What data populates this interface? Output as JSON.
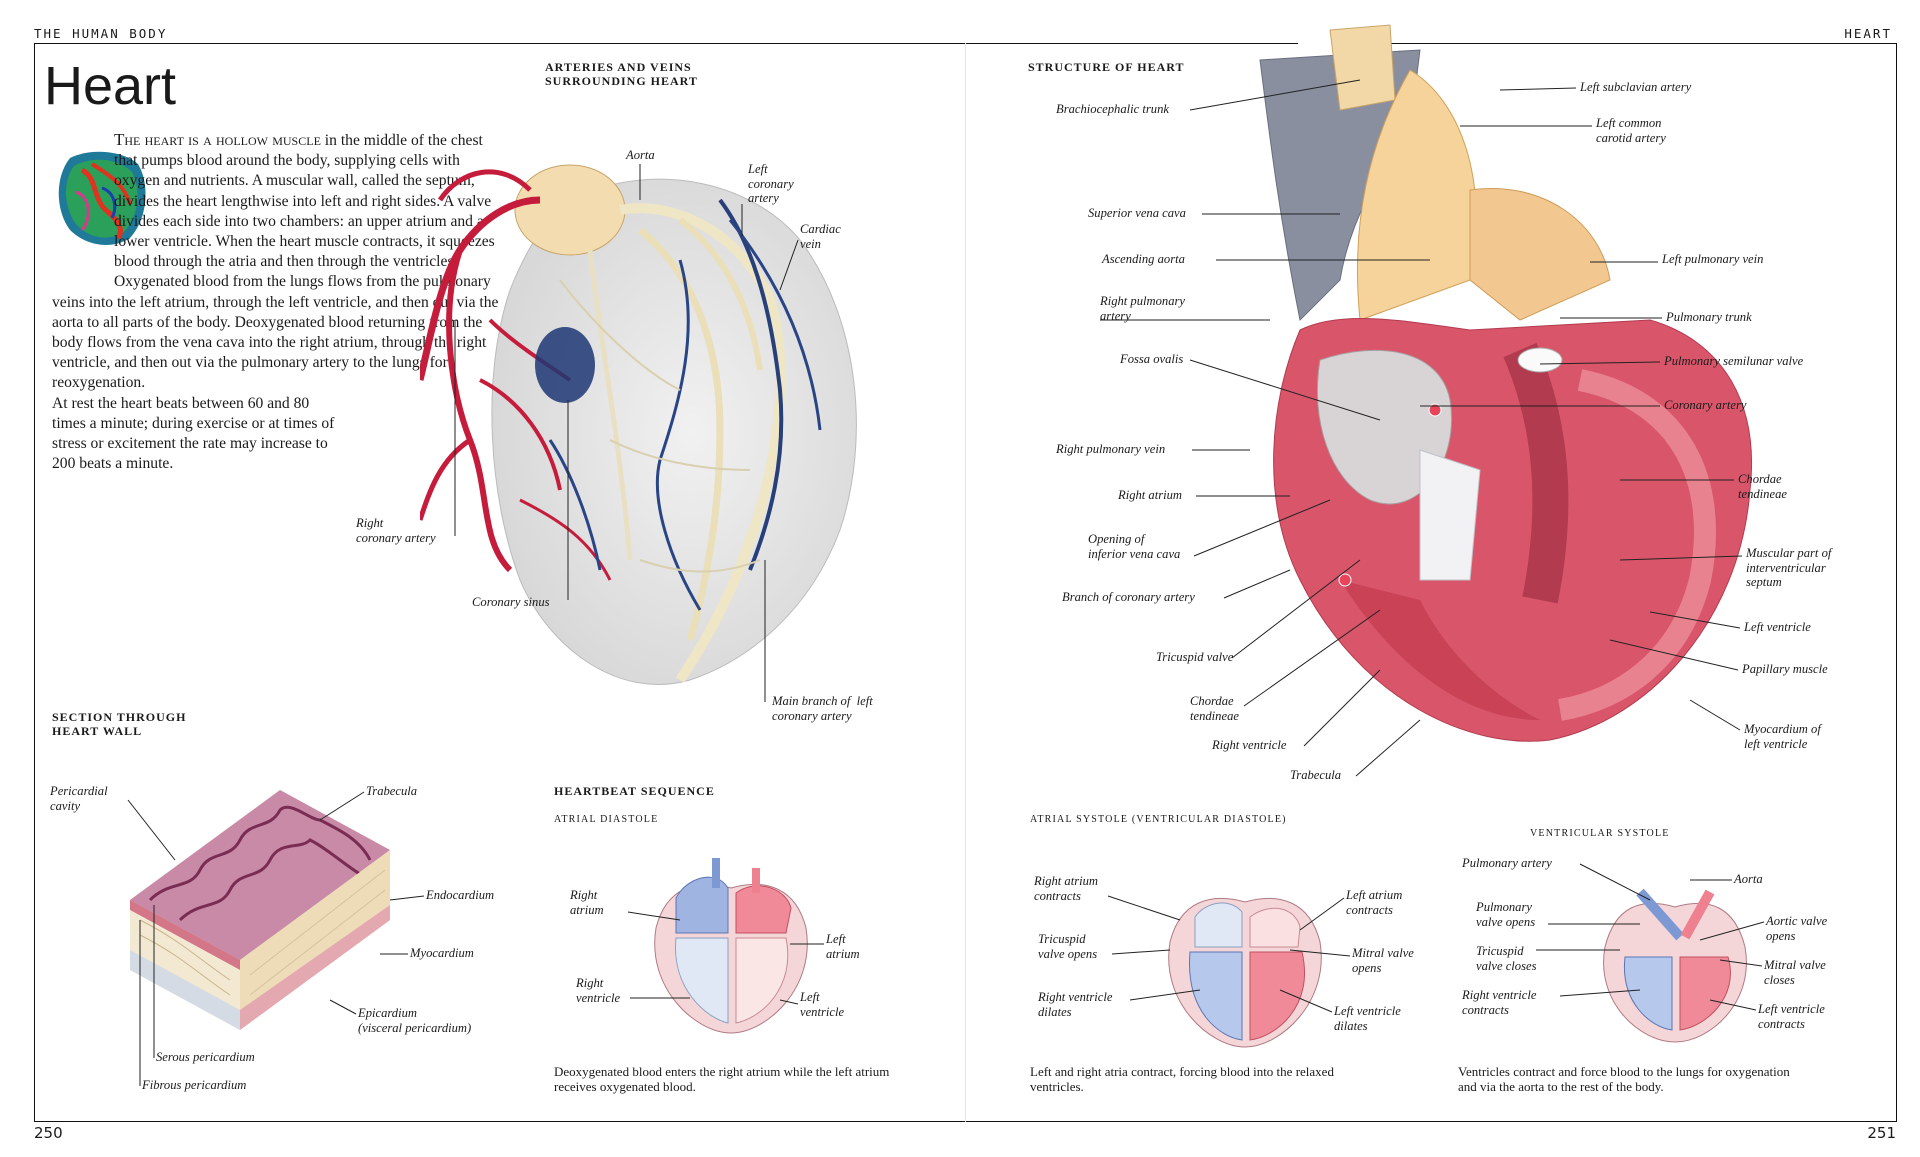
{
  "running_head": {
    "left": "THE HUMAN BODY",
    "right": "HEART"
  },
  "folios": {
    "left": "250",
    "right": "251"
  },
  "title": "Heart",
  "intro": {
    "lead": "The heart is a hollow muscle",
    "body": " in the middle of the chest that pumps blood around the body, supplying cells with oxygen and nutrients. A muscular wall, called the septum, divides the heart lengthwise into left and right sides. A valve divides each side into two chambers: an upper atrium and a lower ventricle. When the heart muscle contracts, it squeezes blood through the atria and then through the ventricles. Oxygenated blood from the lungs flows from the pulmonary veins into the left atrium, through the left ventricle, and then out via the aorta to all parts of the body. Deoxygenated blood returning from the body flows from the vena cava into the right atrium, through the right ventricle, and then out via the pulmonary artery to the lungs for reoxygenation.",
    "body2": "At rest the heart beats between 60 and 80 times a minute; during exercise or at times of stress or excitement the rate may increase to 200 beats a minute."
  },
  "arteries": {
    "heading": "Arteries and veins surrounding heart",
    "labels": {
      "aorta": "Aorta",
      "left_coronary": "Left\ncoronary\nartery",
      "cardiac_vein": "Cardiac\nvein",
      "right_coronary": "Right\ncoronary artery",
      "coronary_sinus": "Coronary sinus",
      "main_branch": "Main branch of  left\ncoronary artery"
    }
  },
  "wall": {
    "heading": "Section through\nheart wall",
    "labels": {
      "pericardial_cavity": "Pericardial\ncavity",
      "trabecula": "Trabecula",
      "endocardium": "Endocardium",
      "myocardium": "Myocardium",
      "epicardium": "Epicardium\n(visceral pericardium)",
      "serous": "Serous pericardium",
      "fibrous": "Fibrous pericardium"
    }
  },
  "heartbeat": {
    "heading": "Heartbeat sequence",
    "atrial_diastole": {
      "subhead": "Atrial diastole",
      "labels": {
        "right_atrium": "Right\natrium",
        "left_atrium": "Left\natrium",
        "right_ventricle": "Right\nventricle",
        "left_ventricle": "Left\nventricle"
      },
      "caption": "Deoxygenated blood enters the right atrium while the left atrium receives oxygenated blood."
    },
    "atrial_systole": {
      "subhead": "Atrial systole (ventricular diastole)",
      "labels": {
        "ra_contracts": "Right atrium\ncontracts",
        "la_contracts": "Left atrium\ncontracts",
        "tricuspid_opens": "Tricuspid\nvalve opens",
        "mitral_opens": "Mitral valve\nopens",
        "rv_dilates": "Right ventricle\ndilates",
        "lv_dilates": "Left ventricle\ndilates"
      },
      "caption": "Left and right atria contract, forcing blood into the relaxed ventricles."
    },
    "ventricular_systole": {
      "subhead": "Ventricular systole",
      "labels": {
        "pulm_artery": "Pulmonary artery",
        "aorta": "Aorta",
        "pulm_valve": "Pulmonary\nvalve opens",
        "aortic_valve": "Aortic valve\nopens",
        "tricuspid_closes": "Tricuspid\nvalve closes",
        "mitral_closes": "Mitral valve\ncloses",
        "rv_contracts": "Right ventricle\ncontracts",
        "lv_contracts": "Left ventricle\ncontracts"
      },
      "caption": "Ventricles contract and force blood to the lungs for oxygenation and via the aorta to the rest of the body."
    }
  },
  "structure": {
    "heading": "Structure of heart",
    "labels": {
      "brachio": "Brachiocephalic trunk",
      "svc": "Superior vena cava",
      "asc_aorta": "Ascending aorta",
      "rpa": "Right pulmonary\nartery",
      "fossa": "Fossa ovalis",
      "rpv": "Right pulmonary vein",
      "ra": "Right atrium",
      "ivc": "Opening of\ninferior vena cava",
      "branch_cor": "Branch of  coronary artery",
      "tricuspid": "Tricuspid valve",
      "chordae_l": "Chordae\ntendineae",
      "rv": "Right ventricle",
      "trabecula": "Trabecula",
      "lsub": "Left subclavian artery",
      "lcc": "Left common\ncarotid artery",
      "lpv": "Left pulmonary vein",
      "pt": "Pulmonary trunk",
      "psv": "Pulmonary semilunar valve",
      "cor": "Coronary artery",
      "chordae_r": "Chordae\ntendineae",
      "muscular": "Muscular part of\ninterventricular\nseptum",
      "lv": "Left ventricle",
      "papillary": "Papillary muscle",
      "myo_lv": "Myocardium of\nleft ventricle"
    }
  }
}
